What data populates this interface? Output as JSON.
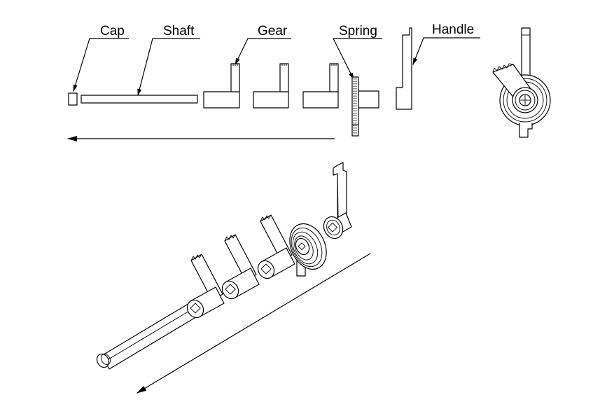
{
  "labels": {
    "cap": "Cap",
    "shaft": "Shaft",
    "gear": "Gear",
    "spring": "Spring",
    "handle": "Handle"
  },
  "icons": {
    "arrow_top": "arrow-left-icon",
    "arrow_bottom": "arrow-down-left-icon"
  },
  "colors": {
    "line": "#000000",
    "background": "#ffffff"
  }
}
